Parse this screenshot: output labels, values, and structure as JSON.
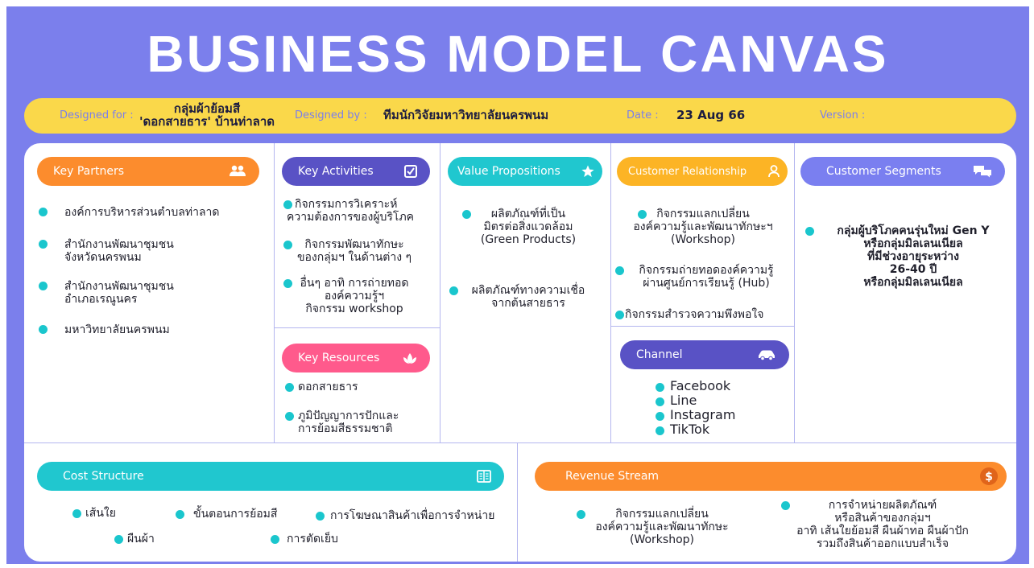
{
  "title": "BUSINESS MODEL CANVAS",
  "colors": {
    "background": "#7b7fec",
    "info_bar": "#fad84a",
    "key_partners": "#fc8c2d",
    "key_activities": "#5952c5",
    "value_propositions": "#20c7cf",
    "customer_relationship": "#fcb425",
    "customer_segments": "#7a7ff0",
    "key_resources": "#ff5a8c",
    "channel": "#5952c5",
    "cost_structure": "#20c7cf",
    "revenue_stream": "#fc8c2d",
    "bullet": "#1ac6cd"
  },
  "info": {
    "designed_for_label": "Designed for :",
    "designed_for_line1": "กลุ่มผ้าย้อมสี",
    "designed_for_line2": "'ดอกสายธาร' บ้านท่าลาด",
    "designed_by_label": "Designed by :",
    "designed_by_value": "ทีมนักวิจัยมหาวิทยาลัยนครพนม",
    "date_label": "Date :",
    "date_value": "23 Aug 66",
    "version_label": "Version :"
  },
  "key_partners": {
    "title": "Key Partners",
    "icon": "people-icon",
    "items": [
      "องค์การบริหารส่วนตำบลท่าลาด",
      "สำนักงานพัฒนาชุมชน",
      "จังหวัดนครพนม",
      "สำนักงานพัฒนาชุมชน",
      "อำเภอเรณูนคร",
      "มหาวิทยาลัยนครพนม"
    ]
  },
  "key_activities": {
    "title": "Key Activities",
    "icon": "checkbox-icon",
    "items": [
      "กิจกรรมการวิเคราะห์",
      "ความต้องการของผู้บริโภค",
      "กิจกรรมพัฒนาทักษะ",
      "ของกลุ่มฯ ในด้านต่าง ๆ",
      "อื่นๆ อาทิ การถ่ายทอด",
      "องค์ความรู้ฯ",
      "กิจกรรม workshop"
    ]
  },
  "key_resources": {
    "title": "Key Resources",
    "icon": "leaf-icon",
    "items": [
      "ดอกสายธาร",
      "ภูมิปัญญาการปักและ",
      "การย้อมสีธรรมชาติ"
    ]
  },
  "value_propositions": {
    "title": "Value Propositions",
    "icon": "star-icon",
    "items": [
      "ผลิตภัณฑ์ที่เป็น",
      "มิตรต่อสิ่งแวดล้อม",
      "(Green Products)",
      "ผลิตภัณฑ์ทางความเชื่อ",
      "จากต้นสายธาร"
    ]
  },
  "customer_relationship": {
    "title": "Customer Relationship",
    "icon": "person-icon",
    "items": [
      "กิจกรรมแลกเปลี่ยน",
      "องค์ความรู้และพัฒนาทักษะฯ",
      "(Workshop)",
      "กิจกรรมถ่ายทอดองค์ความรู้",
      "ผ่านศูนย์การเรียนรู้ (Hub)",
      "กิจกรรมสำรวจความพึงพอใจ"
    ]
  },
  "channel": {
    "title": "Channel",
    "icon": "car-icon",
    "items": [
      "Facebook",
      "Line",
      "Instagram",
      "TikTok"
    ]
  },
  "customer_segments": {
    "title": "Customer Segments",
    "icon": "chat-icon",
    "items": [
      "กลุ่มผู้บริโภคคนรุ่นใหม่ Gen Y",
      "หรือกลุ่มมิลเลนเนียล",
      "ที่มีช่วงอายุระหว่าง",
      "26-40 ปี",
      "หรือกลุ่มมิลเลนเนียล"
    ]
  },
  "cost_structure": {
    "title": "Cost Structure",
    "icon": "book-icon",
    "items": [
      "เส้นใย",
      "ขั้นตอนการย้อมสี",
      "การโฆษณาสินค้าเพื่อการจำหน่าย",
      "ผืนผ้า",
      "การตัดเย็บ"
    ]
  },
  "revenue_stream": {
    "title": "Revenue Stream",
    "icon": "dollar-icon",
    "items": [
      "กิจกรรมแลกเปลี่ยน",
      "องค์ความรู้และพัฒนาทักษะ",
      "(Workshop)",
      "การจำหน่ายผลิตภัณฑ์",
      "หรือสินค้าของกลุ่มฯ",
      "อาทิ เส้นใยย้อมสี ผืนผ้าทอ ผืนผ้าปัก",
      "รวมถึงสินค้าออกแบบสำเร็จ"
    ]
  }
}
